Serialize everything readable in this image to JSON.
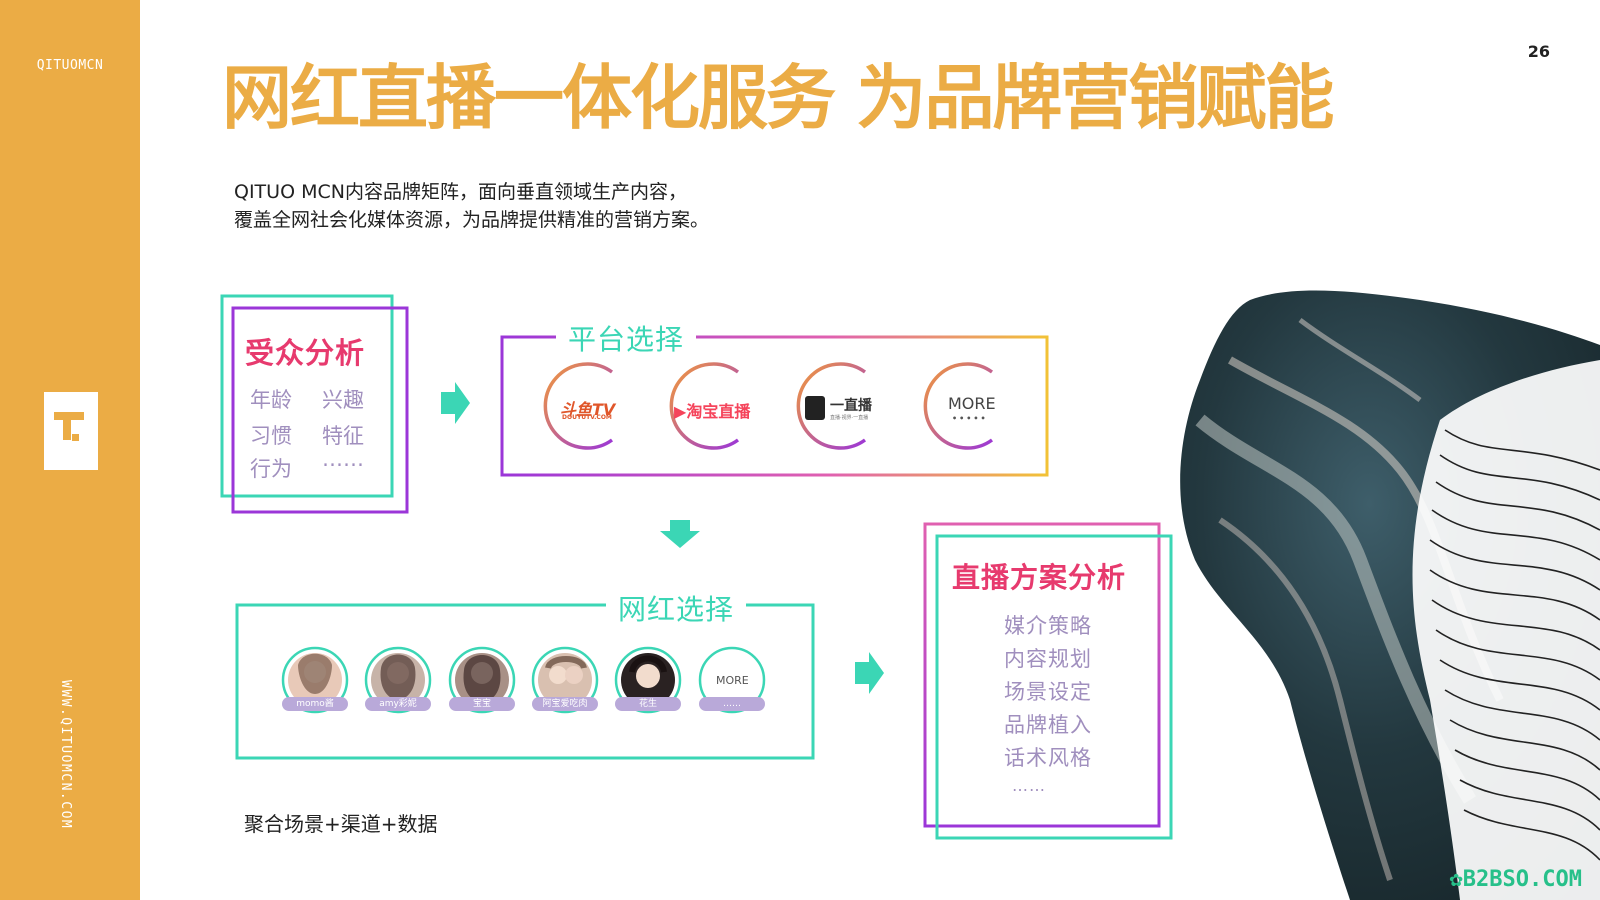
{
  "sidebar": {
    "brand_top": "QITUOMCN",
    "brand_vertical": "WWW.QITUOMCN.COM"
  },
  "page_number": "26",
  "title": "网红直播一体化服务 为品牌营销赋能",
  "intro": [
    "QITUO MCN内容品牌矩阵，面向垂直领域生产内容，",
    "覆盖全网社会化媒体资源，为品牌提供精准的营销方案。"
  ],
  "audience": {
    "title": "受众分析",
    "items": [
      "年龄",
      "兴趣",
      "习惯",
      "特征",
      "行为",
      "……"
    ]
  },
  "platform": {
    "title": "平台选择",
    "items": [
      {
        "label": "斗鱼TV",
        "sub": "DOUYUTV.COM"
      },
      {
        "label": "淘宝直播",
        "sub": ""
      },
      {
        "label": "一直播",
        "sub": "直播·视界·一直播"
      },
      {
        "label": "MORE",
        "sub": "•••••"
      }
    ]
  },
  "kol": {
    "title": "网红选择",
    "items": [
      "momo酱",
      "amy彩妮",
      "宝宝",
      "阿宝爱吃肉",
      "花生",
      "MORE",
      "……"
    ]
  },
  "plan": {
    "title": "直播方案分析",
    "items": [
      "媒介策略",
      "内容规划",
      "场景设定",
      "品牌植入",
      "话术风格",
      "……"
    ]
  },
  "bottom_note": "聚合场景+渠道+数据",
  "watermark": "B2BSO.COM",
  "colors": {
    "accent": "#EBAC45",
    "pink": "#E73A6E",
    "teal": "#3BD6B5",
    "purple": "#9B36D8",
    "lavender": "#A08FBE"
  }
}
